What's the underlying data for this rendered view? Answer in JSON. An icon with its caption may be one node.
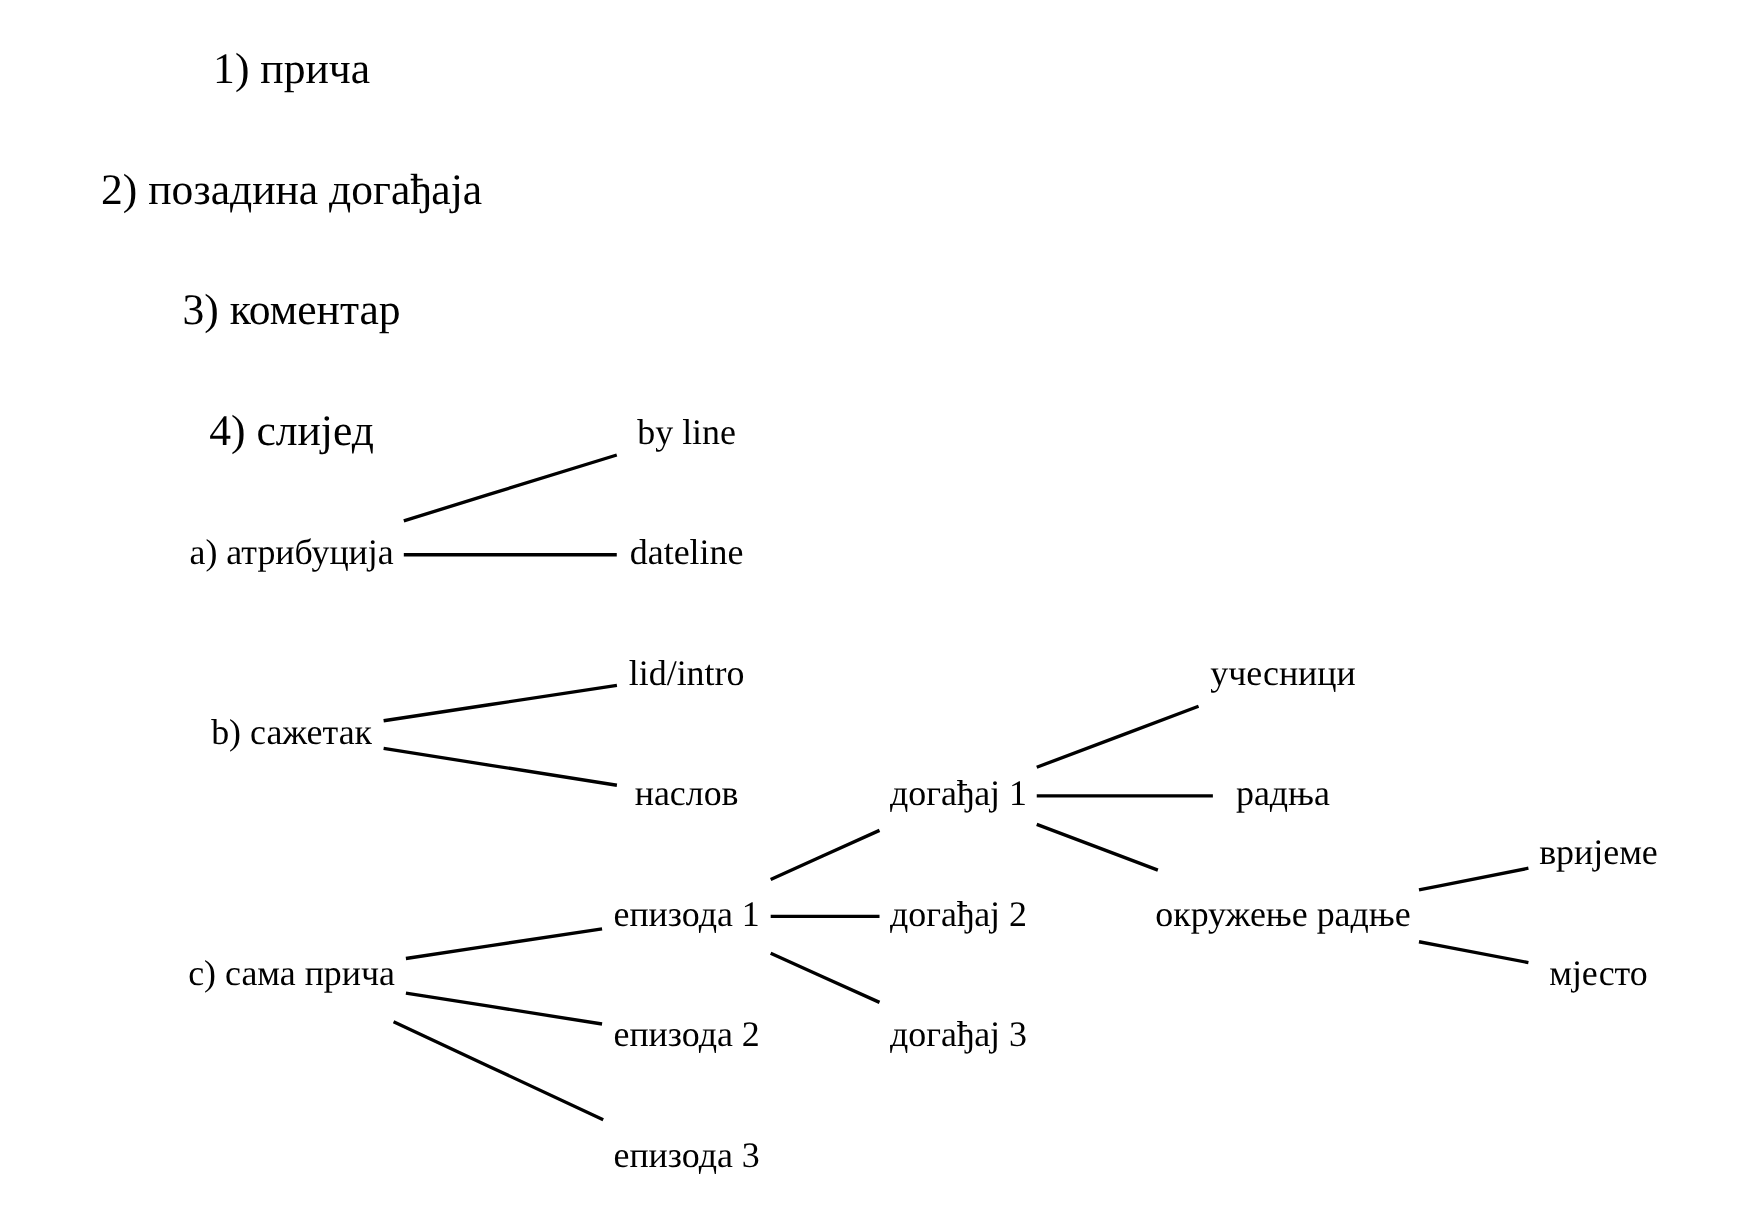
{
  "diagram": {
    "nodes": [
      {
        "text": [
          "a) атрибуција"
        ]
      },
      {
        "text": [
          "by line"
        ]
      },
      {
        "text": [
          "dateline"
        ]
      },
      {
        "text": [
          "b) сажетак"
        ]
      },
      {
        "text": [
          "lid/intro"
        ]
      },
      {
        "text": [
          "наслов"
        ]
      },
      {
        "text": [
          "c) сама прича"
        ]
      },
      {
        "text": [
          "епизода 1"
        ]
      },
      {
        "text": [
          "епизода 2"
        ]
      },
      {
        "text": [
          "епизода 3"
        ]
      },
      {
        "text": [
          "догађај 1"
        ]
      },
      {
        "text": [
          "догађај 2"
        ]
      },
      {
        "text": [
          "догађај 3"
        ]
      },
      {
        "text": [
          "учесници"
        ]
      },
      {
        "text": [
          "радња"
        ]
      },
      {
        "text": [
          "окружење радње"
        ]
      },
      {
        "text": [
          "вријеме"
        ]
      },
      {
        "text": [
          "мјесто"
        ]
      }
    ],
    "edges": [
      {
        "from": 0,
        "to": 1,
        "arrow": "none"
      },
      {
        "from": 0,
        "to": 2,
        "arrow": "none"
      },
      {
        "from": 3,
        "to": 4,
        "arrow": "none"
      },
      {
        "from": 3,
        "to": 5,
        "arrow": "none"
      },
      {
        "from": 6,
        "to": 7,
        "arrow": "none"
      },
      {
        "from": 6,
        "to": 8,
        "arrow": "none"
      },
      {
        "from": 6,
        "to": 9,
        "arrow": "none"
      },
      {
        "from": 7,
        "to": 10,
        "arrow": "none"
      },
      {
        "from": 7,
        "to": 11,
        "arrow": "none"
      },
      {
        "from": 7,
        "to": 12,
        "arrow": "none"
      },
      {
        "from": 10,
        "to": 13,
        "arrow": "none"
      },
      {
        "from": 10,
        "to": 14,
        "arrow": "none"
      },
      {
        "from": 10,
        "to": 15,
        "arrow": "none"
      },
      {
        "from": 15,
        "to": 16,
        "arrow": "none"
      },
      {
        "from": 15,
        "to": 17,
        "arrow": "none"
      }
    ],
    "labels": [
      "1) прича",
      "2) позадина догађаја",
      "3) коментар",
      "4) слијед"
    ]
  }
}
